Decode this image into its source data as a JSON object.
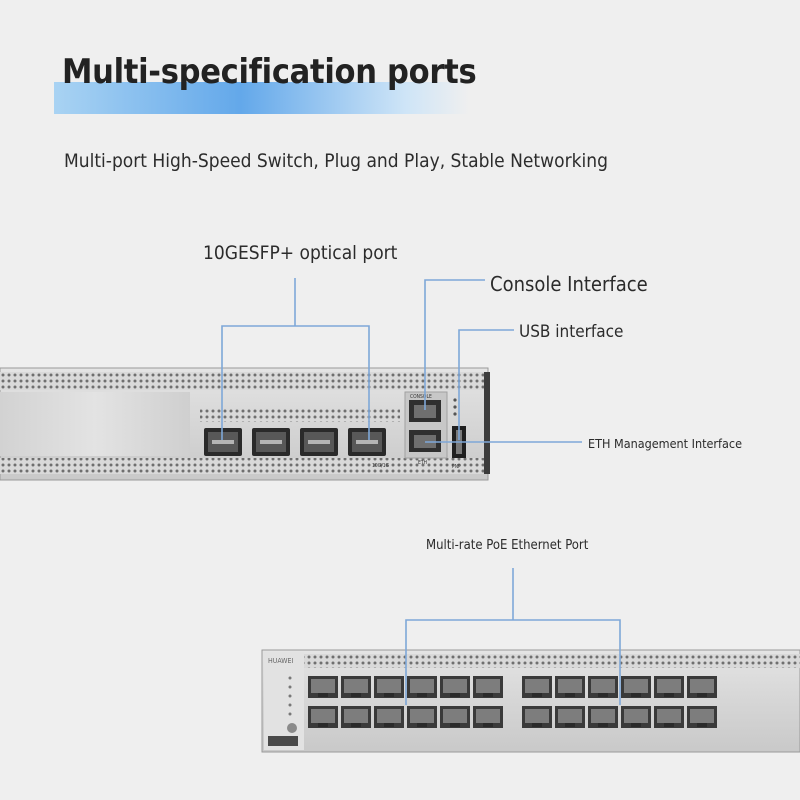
{
  "header": {
    "title": "Multi-specification ports",
    "subtitle": "Multi-port High-Speed Switch, Plug and Play, Stable Networking"
  },
  "callouts": {
    "sfp_port": "10GESFP+ optical port",
    "console": "Console Interface",
    "usb": "USB interface",
    "eth_mgmt": "ETH Management Interface",
    "poe": "Multi-rate PoE Ethernet Port"
  },
  "device_top": {
    "sfp_port_count": 4,
    "sfp_label": "10G/1G",
    "console_label": "CONSOLE",
    "eth_label": "ETH",
    "pnp_label": "PNP"
  },
  "device_bottom": {
    "brand": "HUAWEI",
    "rj45_port_count": 24
  },
  "colors": {
    "leader_line": "#7ea7d8",
    "title_bar_accent": "#63a8ea",
    "background": "#efefef",
    "chassis": "#d8d8d8"
  }
}
